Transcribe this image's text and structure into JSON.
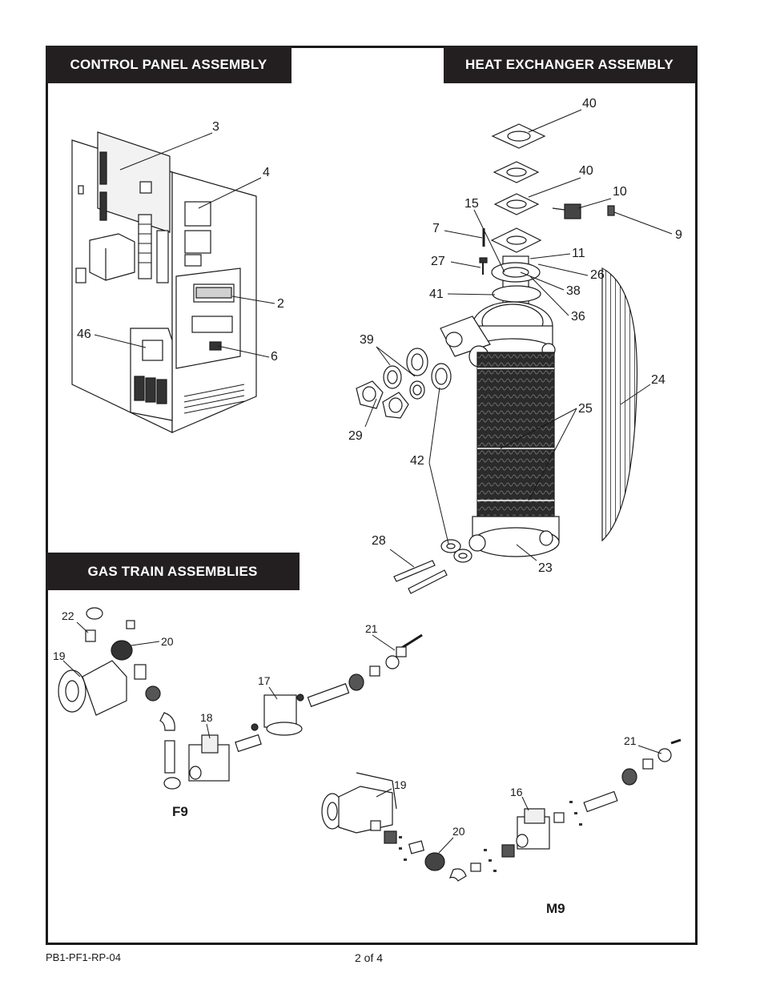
{
  "sections": {
    "control_panel": "CONTROL PANEL ASSEMBLY",
    "heat_exchanger": "HEAT EXCHANGER ASSEMBLY",
    "gas_train": "GAS TRAIN ASSEMBLIES"
  },
  "control_panel_callouts": [
    "3",
    "4",
    "2",
    "46",
    "6"
  ],
  "heat_exchanger_callouts": [
    "40",
    "40",
    "10",
    "15",
    "7",
    "9",
    "11",
    "27",
    "26",
    "41",
    "38",
    "36",
    "39",
    "24",
    "25",
    "29",
    "42",
    "28",
    "23"
  ],
  "gas_train": {
    "f9_label": "F9",
    "m9_label": "M9",
    "f9_callouts": [
      "22",
      "20",
      "19",
      "21",
      "17",
      "18"
    ],
    "m9_callouts": [
      "21",
      "19",
      "16",
      "20"
    ]
  },
  "footer": {
    "doc_code": "PB1-PF1-RP-04",
    "page": "2 of 4"
  }
}
